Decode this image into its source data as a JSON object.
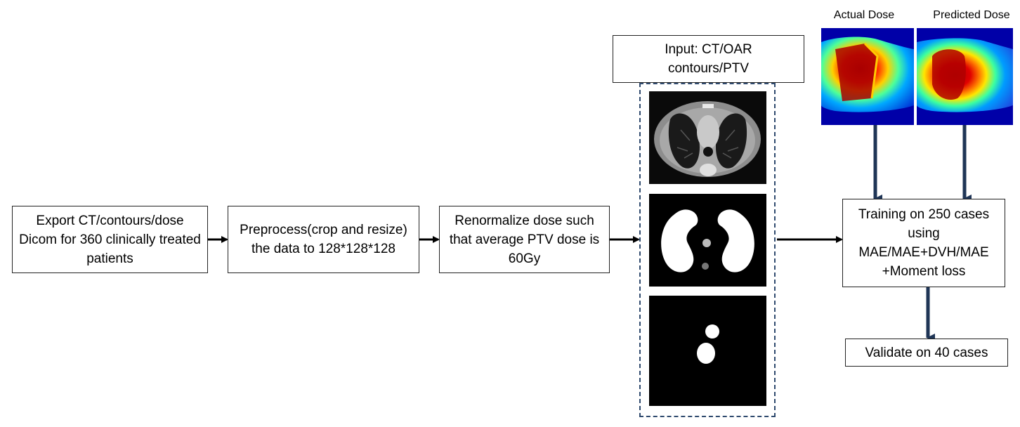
{
  "steps": {
    "export": "Export CT/contours/dose Dicom for 360 clinically treated patients",
    "preprocess": "Preprocess(crop and resize) the data to 128*128*128",
    "renormalize": "Renormalize dose such that average PTV dose is 60Gy",
    "input": "Input: CT/OAR contours/PTV",
    "training": "Training on 250 cases using MAE/MAE+DVH/MAE +Moment loss",
    "validate": "Validate on 40 cases"
  },
  "dose_labels": {
    "actual": "Actual Dose",
    "predicted": "Predicted Dose"
  },
  "colors": {
    "box_border": "#222222",
    "dashed_border": "#2f4a6e",
    "arrow": "#000000",
    "vertical_arrow": "#1f3556"
  }
}
